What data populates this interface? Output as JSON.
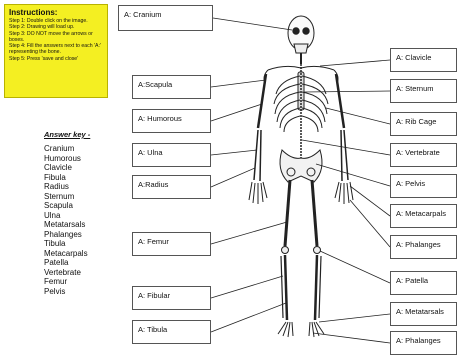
{
  "instructions": {
    "title": "Instructions:",
    "steps": [
      "Step 1: Double click on the image.",
      "Step 2: Drawing will load up.",
      "Step 3: DO NOT move the arrows or boxes.",
      "Step 4: Fill the answers next to each 'A:' representing the bone.",
      "Step 5: Press 'save and close'"
    ]
  },
  "answer_key": {
    "title": "Answer key -",
    "items": [
      "Cranium",
      "Humorous",
      "Clavicle",
      "Fibula",
      "Radius",
      "Sternum",
      "Scapula",
      "Ulna",
      "Metatarsals",
      "Phalanges",
      "Tibula",
      "Metacarpals",
      "Patella",
      "Vertebrate",
      "Femur",
      "Pelvis"
    ]
  },
  "labels": {
    "cranium": "A: Cranium",
    "scapula": "A:Scapula",
    "humorous": "A: Humorous",
    "ulna": "A: Ulna",
    "radius": "A:Radius",
    "femur": "A: Femur",
    "fibular": "A: Fibular",
    "tibula": "A: Tibula",
    "clavicle": "A: Clavicle",
    "sternum": "A: Sternum",
    "rib_cage": "A: Rib Cage",
    "vertebrate": "A: Vertebrate",
    "pelvis": "A: Pelvis",
    "metacarpals": "A: Metacarpals",
    "phalanges_hand": "A: Phalanges",
    "patella": "A: Patella",
    "metatarsals": "A: Metatarsals",
    "phalanges_foot": "A: Phalanges"
  }
}
